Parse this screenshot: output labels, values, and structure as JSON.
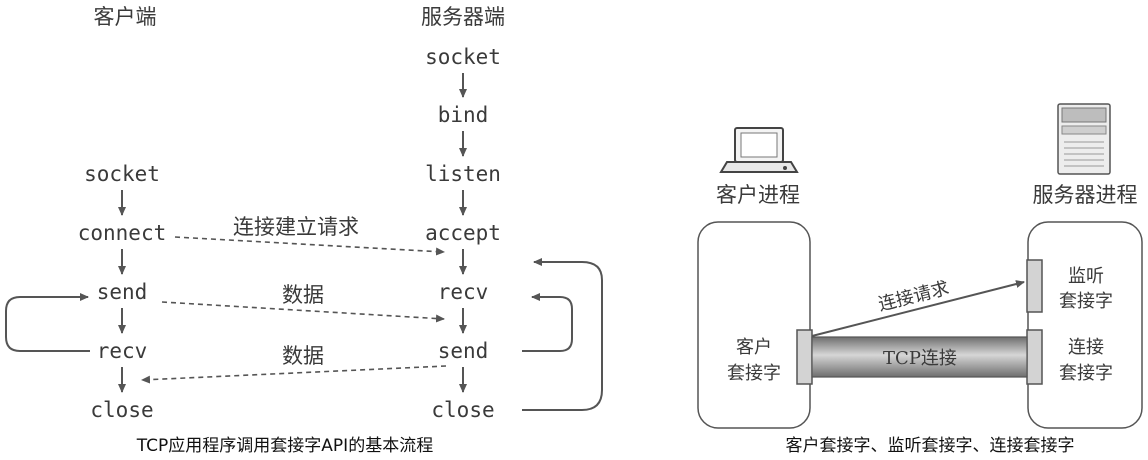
{
  "left": {
    "client_header": "客户端",
    "server_header": "服务器端",
    "client_steps": [
      "socket",
      "connect",
      "send",
      "recv",
      "close"
    ],
    "server_steps": [
      "socket",
      "bind",
      "listen",
      "accept",
      "recv",
      "send",
      "close"
    ],
    "conn_request": "连接建立请求",
    "data_to_server": "数据",
    "data_to_client": "数据",
    "caption": "TCP应用程序调用套接字API的基本流程"
  },
  "right": {
    "client_process": "客户进程",
    "server_process": "服务器进程",
    "client_socket_l1": "客户",
    "client_socket_l2": "套接字",
    "listen_socket_l1": "监听",
    "listen_socket_l2": "套接字",
    "conn_socket_l1": "连接",
    "conn_socket_l2": "套接字",
    "conn_request": "连接请求",
    "tcp_connection": "TCP连接",
    "caption": "客户套接字、监听套接字、连接套接字"
  }
}
